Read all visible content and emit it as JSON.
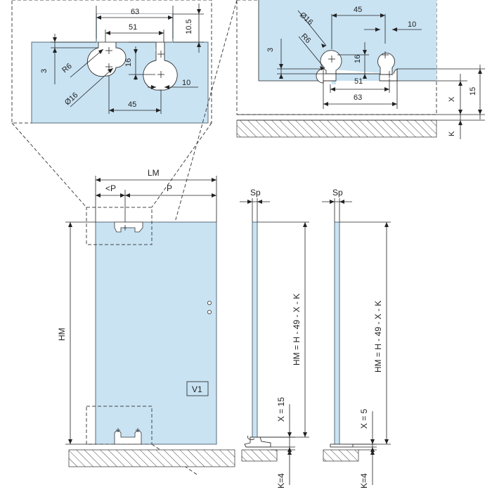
{
  "detail_left": {
    "d63": "63",
    "d51": "51",
    "d10_5": "10.5",
    "d3": "3",
    "r6": "R6",
    "d16": "16",
    "o16": "Ø16",
    "d10": "10",
    "d45": "45"
  },
  "detail_right": {
    "o16": "Ø16",
    "d45": "45",
    "d10": "10",
    "r6": "R6",
    "d3": "3",
    "d16": "16",
    "d51": "51",
    "d63": "63",
    "x": "X",
    "d15": "15",
    "k": "K"
  },
  "front_view": {
    "lm": "LM",
    "lt_p": "<P",
    "p": "P",
    "hm": "HM",
    "panel_tag": "V1"
  },
  "side_view_1": {
    "sp": "Sp",
    "hm_formula": "HM = H - 49 - X - K",
    "x_value": "X = 15",
    "k_value": "K=4"
  },
  "side_view_2": {
    "sp": "Sp",
    "hm_formula": "HM = H - 49 - X - K",
    "x_value": "X = 5",
    "k_value": "K=4"
  }
}
